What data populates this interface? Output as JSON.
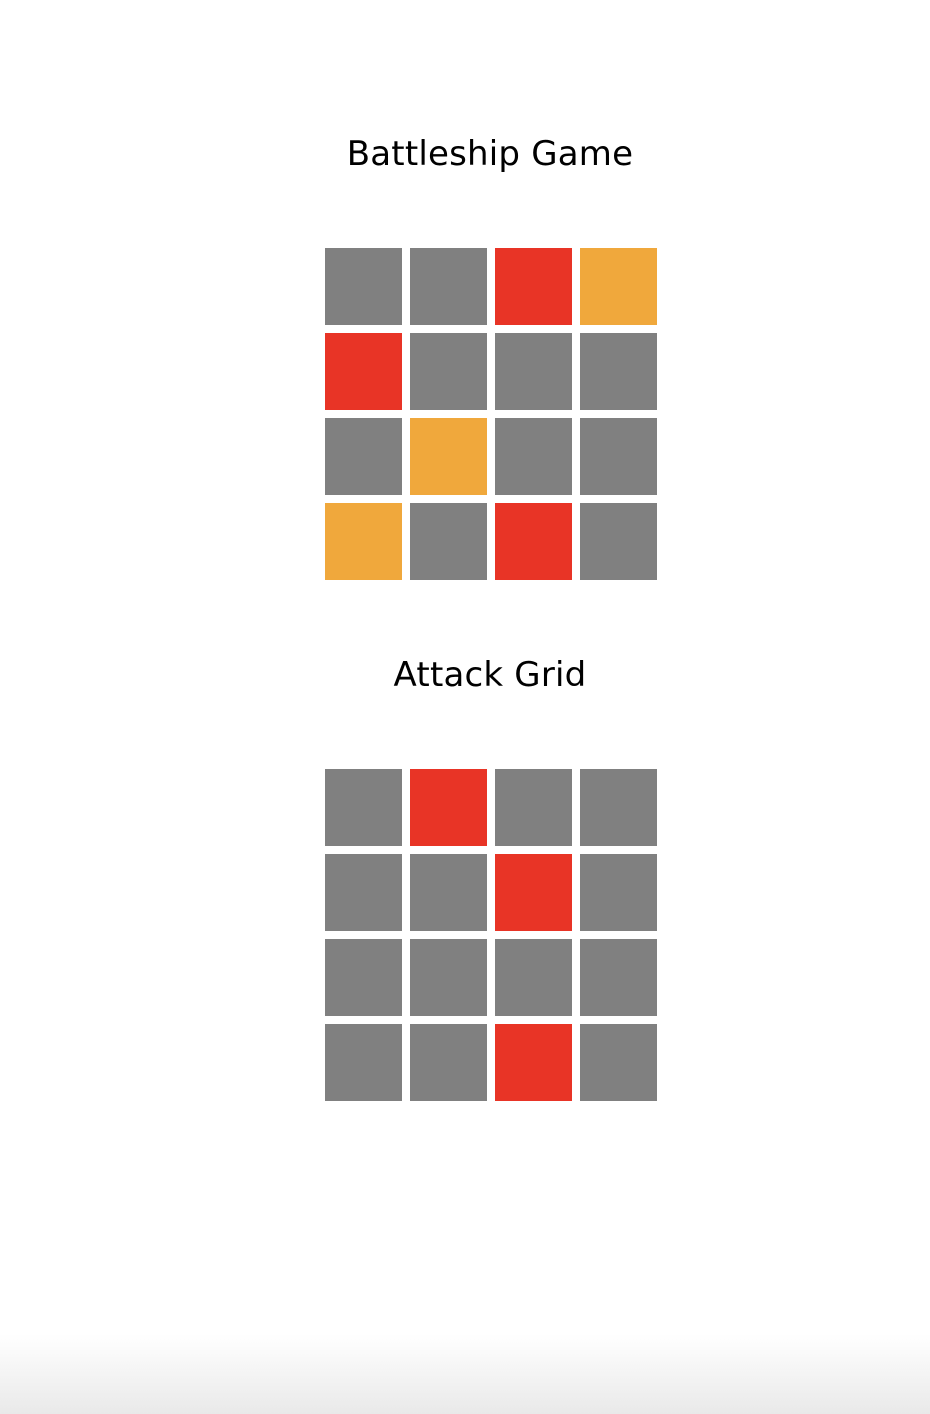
{
  "title": "Battleship Game",
  "attack_title": "Attack Grid",
  "colors": {
    "empty": "#808080",
    "hit": "#e83426",
    "ship": "#f0a83c"
  },
  "player_grid": [
    [
      "empty",
      "empty",
      "hit",
      "ship"
    ],
    [
      "hit",
      "empty",
      "empty",
      "empty"
    ],
    [
      "empty",
      "ship",
      "empty",
      "empty"
    ],
    [
      "ship",
      "empty",
      "hit",
      "empty"
    ]
  ],
  "attack_grid": [
    [
      "empty",
      "hit",
      "empty",
      "empty"
    ],
    [
      "empty",
      "empty",
      "hit",
      "empty"
    ],
    [
      "empty",
      "empty",
      "empty",
      "empty"
    ],
    [
      "empty",
      "empty",
      "hit",
      "empty"
    ]
  ]
}
